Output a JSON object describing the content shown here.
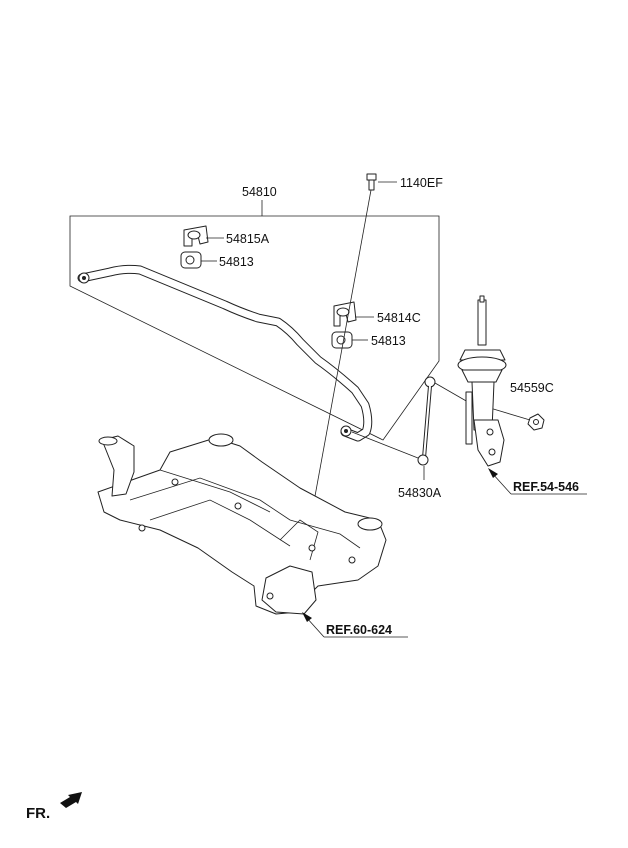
{
  "labels": {
    "bolt": "1140EF",
    "stabilizer_bar": "54810",
    "bushing_a": "54815A",
    "bushing_upper": "54813",
    "bushing_c": "54814C",
    "bushing_lower": "54813",
    "nut": "54559C",
    "link": "54830A"
  },
  "references": {
    "strut": "REF.54-546",
    "crossmember": "REF.60-624"
  },
  "direction": {
    "label": "FR.",
    "icon": "arrow-forward-icon"
  }
}
